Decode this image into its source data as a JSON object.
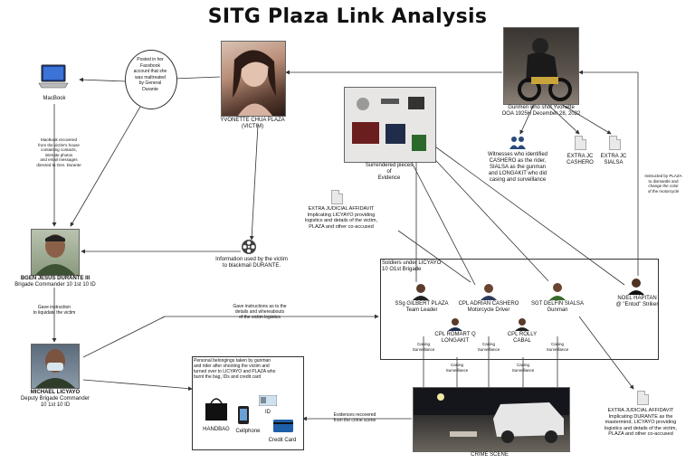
{
  "title": "SITG Plaza Link Analysis",
  "nodes": {
    "macbook": {
      "label": "MacBook"
    },
    "macbook_note": "MacBook recovered\nfrom the victim's house\ncontaining contacts,\nintimate photos\nand email messages\ndirected to Gen. Durante",
    "post_bubble": "Posted in her\nFacebook\naccount that she\nwas maltreated\nby General\nDurante",
    "victim": {
      "name": "YVONETTE CHUA PLAZA",
      "role": "(VICTIM)"
    },
    "evidence": {
      "label": "Surrendered pieces\nof\nEvidence"
    },
    "gunmen": {
      "label": "Gunmen who shot Yvonette\nOOA 1925H December 28, 2022"
    },
    "witnesses": "Witnesses who identified\nCASHERO as the rider,\nSIALSA as the gunman\nand LONGAKIT who did\ncasing and surveillance",
    "extra_jc_cashero": "EXTRA JC\nCASHERO",
    "extra_jc_sialsa": "EXTRA JC\nSIALSA",
    "instructed_note": "Instructed by PLAZA\nto dismantle and\nchange the color\nof the motorcycle",
    "affidavit_licyayo": "EXTRA JUDICIAL AFFIDAVIT\nImplicating LICYAYO providing\nlogistics and details of the victim,\nPLAZA and other co-accused",
    "info_blackmail": "Information used by the victim\nto blackmail DURANTE.",
    "durante": {
      "name": "BGEN JESUS DURANTE III",
      "role": "Brigade Commander 10 1st 10 ID"
    },
    "gave_instruction": "Gave instruction\nto liquidate the victim",
    "licyayo": {
      "name": "MICHAEL LICYAYO",
      "role": "Deputy Brigade Commander\n10 1st 10 ID"
    },
    "gave_instructions_details": "Gave instructions as to the\ndetails and whereabouts\nof the victim logistics",
    "soldiers_header": "Soldiers under LICYAYO\n10 O1st Brigade",
    "plaza": {
      "name": "SSg GILBERT PLAZA",
      "role": "Team Leader"
    },
    "cashero": {
      "name": "CPL ADRIAN CASHERO",
      "role": "Motorcycle Driver"
    },
    "sialsa": {
      "name": "SGT DELFIN SIALSA",
      "role": "Gunman"
    },
    "hapitan": {
      "name": "NOEL HAPITAN",
      "role": "@ \"Entod\" Striker"
    },
    "longakit": {
      "name": "CPL ROMART Q\nLONGAKIT"
    },
    "cabal": {
      "name": "CPL ROLLY\nCABAL"
    },
    "casing": "Casing\nSurveillance",
    "belongings_note": "Personal belongings taken by gunman\nand rider after shooting the victim and\nturned over to LICYAYO and PLAZA who\nburnt the bag, IDs and credit card",
    "handbag": "HANDBAG",
    "cellphone": "Cellphone",
    "id_card": "ID",
    "credit_card": "Credit Card",
    "evidences_recovered": "Evidences recovered\nfrom the crime scene",
    "crime_scene": "CRIME SCENE",
    "affidavit_durante": "EXTRA JUDICIAL AFFIDAVIT\nImplicating DURANTE as the\nmastermind, LICYAYO providing\nlogistics and details of the victim,\nPLAZA and other co-accused"
  },
  "icons": [
    "laptop-icon",
    "film-reel-icon",
    "document-icon",
    "people-icon",
    "handbag-icon",
    "phone-icon",
    "id-card-icon",
    "credit-card-icon"
  ],
  "colors": {
    "line": "#333333",
    "background": "#ffffff"
  }
}
